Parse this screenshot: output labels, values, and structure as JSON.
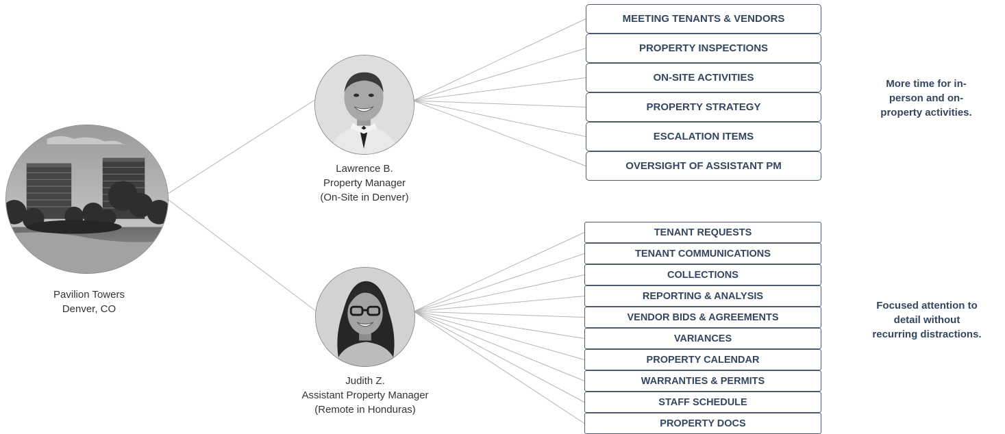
{
  "property": {
    "name": "Pavilion Towers",
    "location": "Denver, CO"
  },
  "manager": {
    "name": "Lawrence B.",
    "role": "Property Manager",
    "location": "(On-Site in Denver)"
  },
  "assistant": {
    "name": "Judith Z.",
    "role": "Assistant Property Manager",
    "location": "(Remote in Honduras)"
  },
  "manager_tasks": [
    "MEETING TENANTS & VENDORS",
    "PROPERTY INSPECTIONS",
    "ON-SITE ACTIVITIES",
    "PROPERTY STRATEGY",
    "ESCALATION ITEMS",
    "OVERSIGHT OF ASSISTANT PM"
  ],
  "assistant_tasks": [
    "TENANT REQUESTS",
    "TENANT COMMUNICATIONS",
    "COLLECTIONS",
    "REPORTING & ANALYSIS",
    "VENDOR BIDS & AGREEMENTS",
    "VARIANCES",
    "PROPERTY CALENDAR",
    "WARRANTIES & PERMITS",
    "STAFF SCHEDULE",
    "PROPERTY DOCS"
  ],
  "manager_benefit": [
    "More time for in-",
    "person and on-",
    "property activities."
  ],
  "assistant_benefit": [
    "Focused attention to",
    "detail without",
    "recurring distractions."
  ],
  "colors": {
    "box_border": "#4d5a6c",
    "box_text": "#34465f",
    "connector": "#b5b5b5"
  }
}
